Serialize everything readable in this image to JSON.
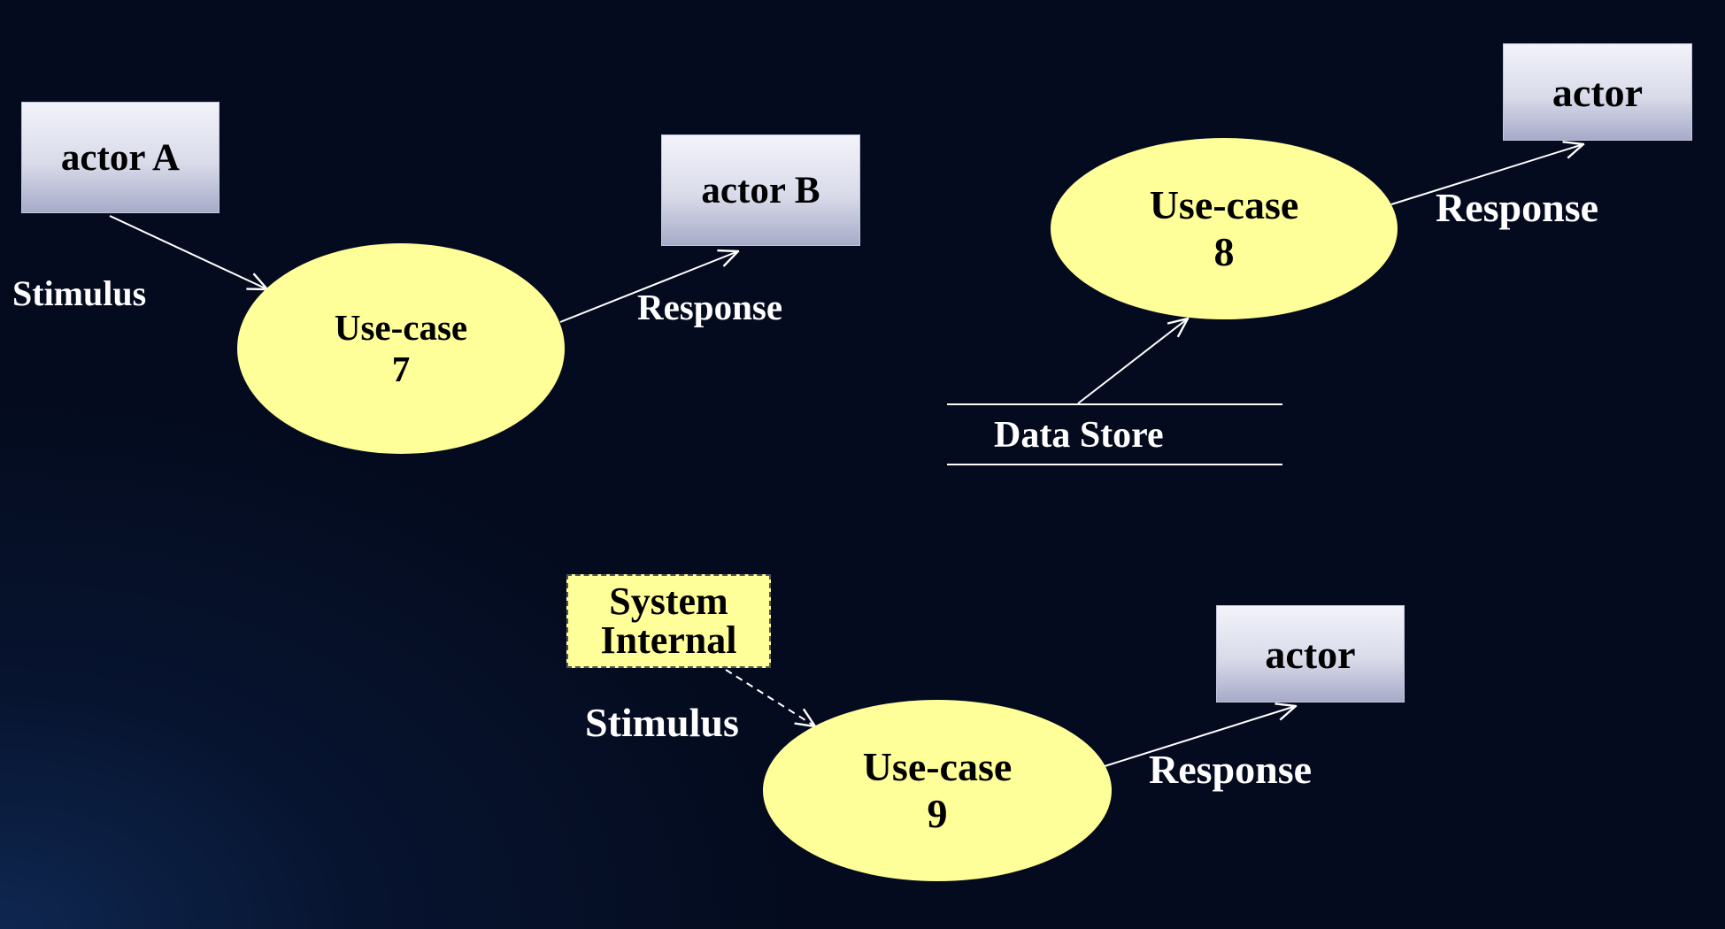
{
  "colors": {
    "background": "#050d22",
    "usecase_fill": "#ffff99",
    "connector": "#ffffff",
    "label_text": "#ffffff"
  },
  "diagram_a": {
    "actor_source": "actor A",
    "stimulus_label": "Stimulus",
    "usecase_title": "Use-case",
    "usecase_number": "7",
    "actor_target": "actor B",
    "response_label": "Response"
  },
  "diagram_b": {
    "data_store_label": "Data Store",
    "usecase_title": "Use-case",
    "usecase_number": "8",
    "actor_target": "actor",
    "response_label": "Response"
  },
  "diagram_c": {
    "internal_line1": "System",
    "internal_line2": "Internal",
    "stimulus_label": "Stimulus",
    "usecase_title": "Use-case",
    "usecase_number": "9",
    "actor_target": "actor",
    "response_label": "Response"
  }
}
